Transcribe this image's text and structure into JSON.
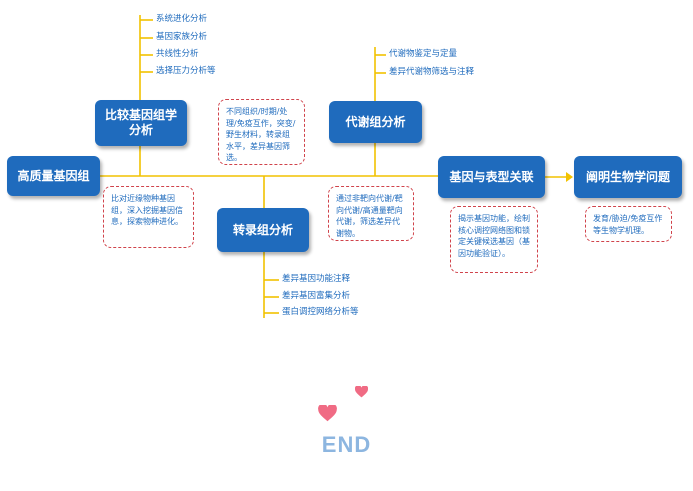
{
  "nodes": {
    "hq_genome": "高质量基因组",
    "comparative": "比较基因组学\n分析",
    "transcriptome": "转录组分析",
    "metabolome": "代谢组分析",
    "genotype_phenotype": "基因与表型关联",
    "biology_question": "阐明生物学问题"
  },
  "comparative_branches": [
    "系统进化分析",
    "基因家族分析",
    "共线性分析",
    "选择压力分析等"
  ],
  "metabolome_branches": [
    "代谢物鉴定与定量",
    "差异代谢物筛选与注释"
  ],
  "transcriptome_branches": [
    "差异基因功能注释",
    "差异基因富集分析",
    "蛋白调控网络分析等"
  ],
  "notes": {
    "comparative_note": "比对近缘物种基因组，深入挖掘基因信息，探索物种进化。",
    "transcriptome_note": "不同组织/时期/处理/免疫互作，突变/野生材料，转录组水平，差异基因筛选。",
    "metabolome_note": "通过非靶向代谢/靶向代谢/高通量靶向代谢，筛选差异代谢物。",
    "association_note": "揭示基因功能，绘制核心调控网络图和锁定关键候选基因（基因功能验证）。",
    "biology_note": "发育/胁迫/免疫互作等生物学机理。"
  },
  "end_label": "END",
  "colors": {
    "box": "#1f6bbd",
    "line": "#f2c200",
    "note_border": "#d0434b",
    "heart": "#f06b84",
    "end": "#8db6e0"
  }
}
